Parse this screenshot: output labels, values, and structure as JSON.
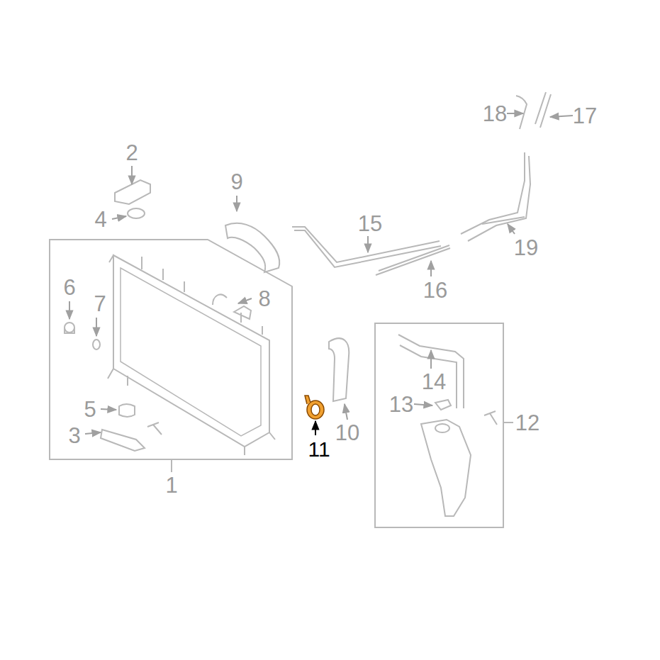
{
  "diagram": {
    "labels": [
      "18",
      "17",
      "2",
      "9",
      "4",
      "15",
      "19",
      "6",
      "7",
      "8",
      "16",
      "14",
      "13",
      "12",
      "5",
      "3",
      "11",
      "10",
      "1"
    ]
  }
}
